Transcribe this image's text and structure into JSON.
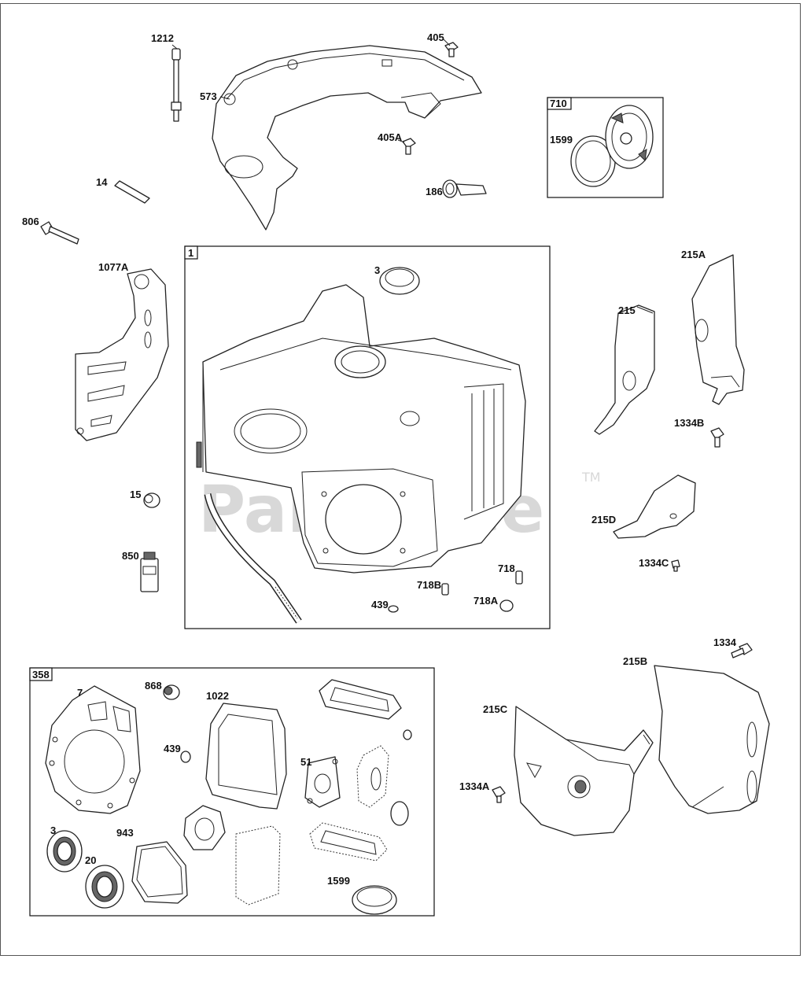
{
  "watermark": "PartsTree",
  "watermark_tm": "TM",
  "callouts": {
    "c1212": "1212",
    "c405": "405",
    "c573": "573",
    "c405A": "405A",
    "c14": "14",
    "c186": "186",
    "c710": "710",
    "c1599a": "1599",
    "c1": "1",
    "c3a": "3",
    "c1077A": "1077A",
    "c806": "806",
    "c15": "15",
    "c850": "850",
    "c718": "718",
    "c718B": "718B",
    "c718A": "718A",
    "c439a": "439",
    "c215": "215",
    "c215A": "215A",
    "c1334B": "1334B",
    "c215D": "215D",
    "c1334C": "1334C",
    "c358": "358",
    "c7": "7",
    "c868": "868",
    "c1022": "1022",
    "c439b": "439",
    "c51": "51",
    "c3b": "3",
    "c20": "20",
    "c943": "943",
    "c1599b": "1599",
    "c1334": "1334",
    "c215B": "215B",
    "c215C": "215C",
    "c1334A": "1334A"
  }
}
